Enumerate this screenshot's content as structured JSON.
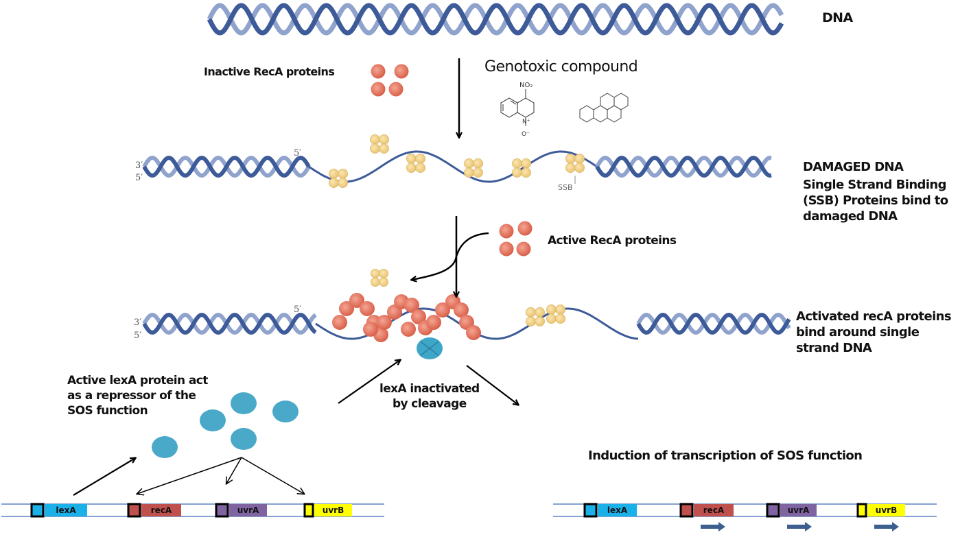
{
  "labels": {
    "dna": "DNA",
    "inactive_reca": "Inactive RecA proteins",
    "genotoxic": "Genotoxic compound",
    "damaged_title": "DAMAGED DNA",
    "damaged_desc": "Single Strand Binding\n(SSB) Proteins bind to\ndamaged DNA",
    "active_reca": "Active RecA proteins",
    "activated_reca": "Activated recA proteins\nbind around single\nstrand DNA",
    "lexa_repressor": "Active lexA protein act\nas a repressor of the\nSOS function",
    "lexa_cleavage": "lexA inactivated\nby cleavage",
    "induction": "Induction of transcription of SOS function",
    "ssb": "SSB",
    "prime_3": "3′",
    "prime_5": "5′"
  },
  "compounds": [
    {
      "name": "4-nitroquinoline-1-oxide",
      "substituent_top": "NO₂",
      "ring_n": "N⁺",
      "oxide": "O⁻"
    },
    {
      "name": "benzo[a]pyrene"
    }
  ],
  "genes_repressed": [
    {
      "name": "lexA",
      "color": "#1ab0e8"
    },
    {
      "name": "recA",
      "color": "#c0504d"
    },
    {
      "name": "uvrA",
      "color": "#8064a2"
    },
    {
      "name": "uvrB",
      "color": "#ffff00"
    }
  ],
  "genes_induced": [
    {
      "name": "lexA",
      "color": "#1ab0e8",
      "transcribed": false
    },
    {
      "name": "recA",
      "color": "#c0504d",
      "transcribed": true
    },
    {
      "name": "uvrA",
      "color": "#8064a2",
      "transcribed": true
    },
    {
      "name": "uvrB",
      "color": "#ffff00",
      "transcribed": true
    }
  ],
  "colors": {
    "dna_dark": "#3d5a99",
    "dna_light": "#8fa3cc",
    "reca": "#e0705a",
    "ssb": "#f3d58a",
    "lexa_protein": "#4aa8c8",
    "genome_line": "#5b84c4",
    "transcription_arrow": "#3d5f8f"
  }
}
